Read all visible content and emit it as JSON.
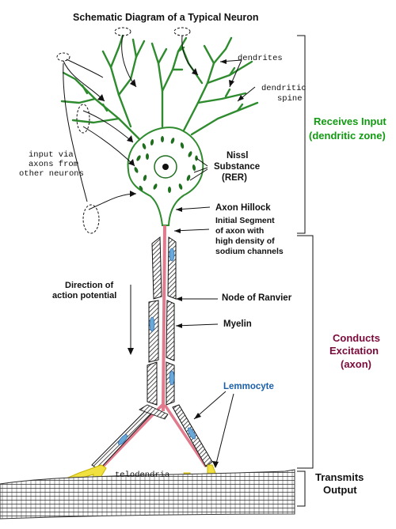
{
  "title": "Schematic Diagram of a Typical Neuron",
  "labels": {
    "dendrites": "dendrites",
    "dendritic_spine_1": "dendritic",
    "dendritic_spine_2": "spine",
    "input_1": "input via",
    "input_2": "axons from",
    "input_3": "other neurons",
    "nissl_1": "Nissl",
    "nissl_2": "Substance",
    "nissl_3": "(RER)",
    "axon_hillock": "Axon Hillock",
    "initial_1": "Initial Segment",
    "initial_2": "of axon with",
    "initial_3": "high density of",
    "initial_4": "sodium channels",
    "direction_1": "Direction of",
    "direction_2": "action potential",
    "node_of_ranvier": "Node of Ranvier",
    "myelin": "Myelin",
    "lemmocyte": "Lemmocyte",
    "telodendria": "telodendria"
  },
  "zones": {
    "receives_1": "Receives Input",
    "receives_2": "(dendritic zone)",
    "conducts_1": "Conducts",
    "conducts_2": "Excitation",
    "conducts_3": "(axon)",
    "transmits_1": "Transmits",
    "transmits_2": "Output"
  },
  "colors": {
    "dendrite_green": "#2e8b2e",
    "receives_green": "#129a12",
    "conducts_maroon": "#7a0a3a",
    "lemmocyte_blue": "#1a5fa8",
    "telodendria_yellow": "#f0e040",
    "axon_pink": "#e07a8c",
    "schwann_blue": "#6aa8d8",
    "text_black": "#111111"
  }
}
